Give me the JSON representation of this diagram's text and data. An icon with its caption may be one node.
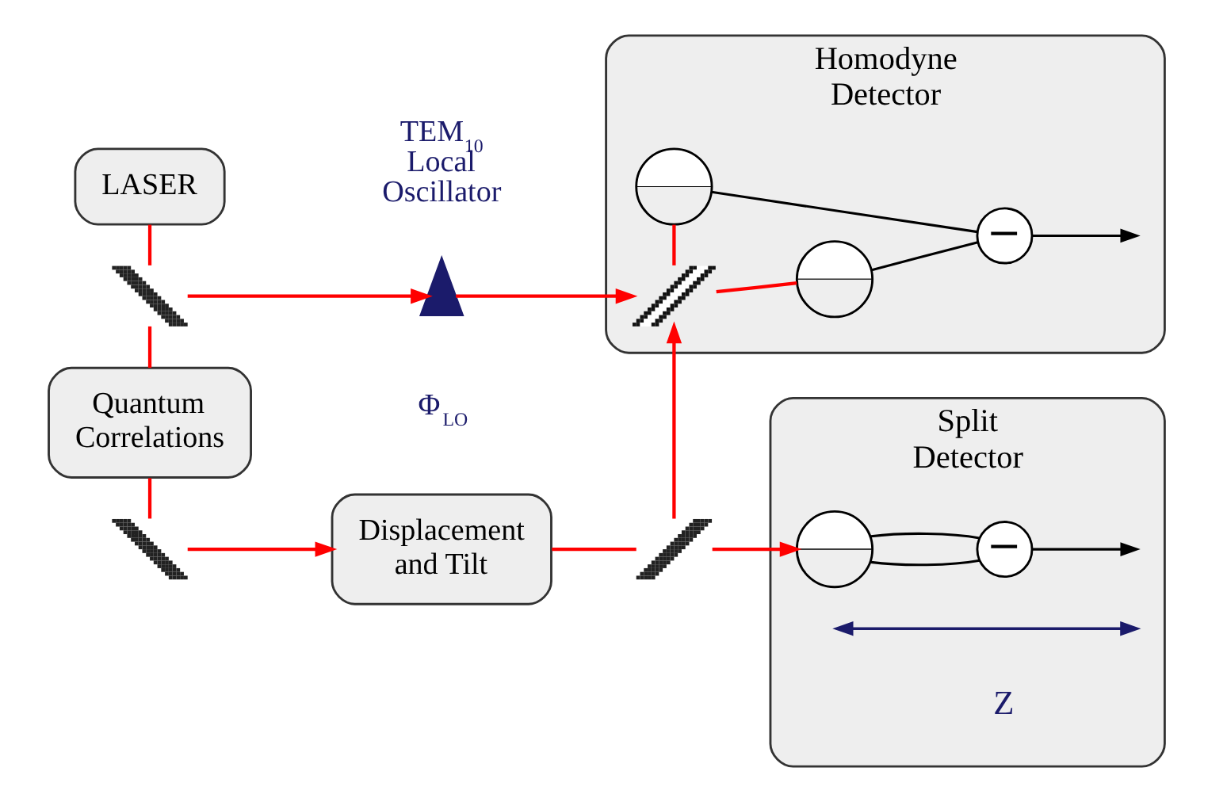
{
  "diagram": {
    "nodes": [
      {
        "text": [
          "LASER"
        ]
      },
      {
        "text": [
          "Homodyne Detector"
        ]
      },
      {
        "text": [],
        "shape": "semicircle",
        "in": 1
      },
      {
        "text": [
          "−"
        ],
        "in": 1
      },
      {
        "text": [],
        "shape": "bar",
        "in": 1
      },
      {
        "text": [],
        "shape": "semicircle",
        "in": 1
      },
      {
        "text": [],
        "shape": "bar"
      },
      {
        "text": [],
        "shape": "triangle",
        "beside": [
          "TEM$_{10}$ Local Oscillator",
          "Φ$_{LO}$"
        ]
      },
      {
        "text": [
          "Quantum Correlations"
        ]
      },
      {
        "text": [
          "Split Detector"
        ]
      },
      {
        "text": [],
        "shape": "semicircle",
        "in": 9
      },
      {
        "text": [
          "−"
        ],
        "in": 9
      },
      {
        "text": [],
        "shape": "bar"
      },
      {
        "text": [
          "Displacement and Tilt"
        ]
      },
      {
        "text": [],
        "shape": "bar"
      }
    ],
    "edges": [
      {
        "from": 0,
        "to": 6,
        "arrow": "none"
      },
      {
        "from": 6,
        "to": 7,
        "arrow": "to"
      },
      {
        "from": 7,
        "to": 4,
        "arrow": "to"
      },
      {
        "from": 6,
        "to": 8,
        "arrow": "none"
      },
      {
        "from": 8,
        "to": 12,
        "arrow": "none"
      },
      {
        "from": 12,
        "to": 13,
        "arrow": "to"
      },
      {
        "from": 13,
        "to": 14,
        "arrow": "none"
      },
      {
        "from": 14,
        "to": 10,
        "arrow": "to"
      },
      {
        "from": 14,
        "to": 4,
        "arrow": "to"
      },
      {
        "from": 4,
        "to": 2,
        "arrow": "none"
      },
      {
        "from": 4,
        "to": 5,
        "arrow": "none"
      },
      {
        "from": 2,
        "to": 3,
        "arrow": "none",
        "color": "#000000"
      },
      {
        "from": 5,
        "to": 3,
        "arrow": "none",
        "color": "#000000"
      },
      {
        "from": 3,
        "to": null,
        "arrow": "to",
        "color": "#000000"
      },
      {
        "from": 10,
        "to": 11,
        "arrow": "none",
        "color": "#000000"
      },
      {
        "from": 10,
        "to": 11,
        "arrow": "none",
        "color": "#000000"
      },
      {
        "from": 11,
        "to": null,
        "arrow": "to",
        "color": "#000000"
      }
    ],
    "labels": [
      "Z"
    ]
  }
}
